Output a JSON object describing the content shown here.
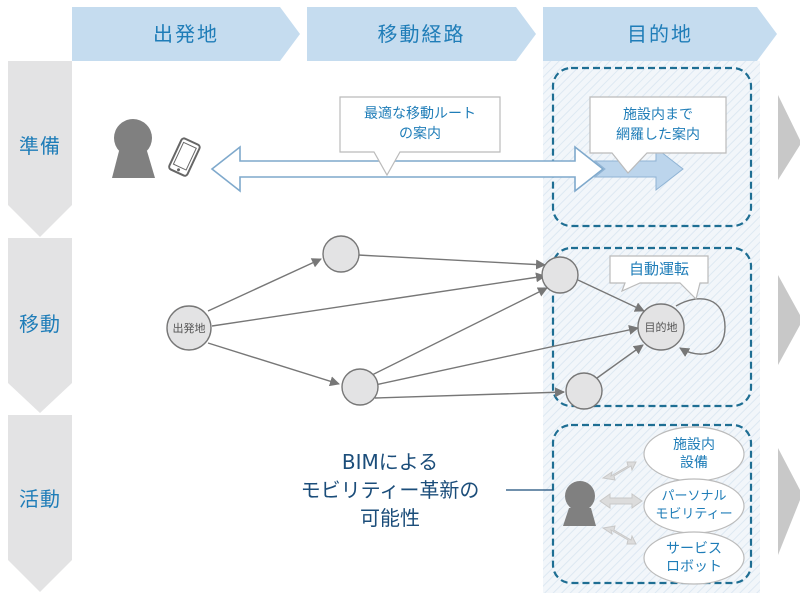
{
  "columns": [
    {
      "label": "出発地"
    },
    {
      "label": "移動経路"
    },
    {
      "label": "目的地"
    }
  ],
  "rows": [
    {
      "label": "準備"
    },
    {
      "label": "移動"
    },
    {
      "label": "活動"
    }
  ],
  "preparation": {
    "route_bubble": [
      "最適な移動ルート",
      "の案内"
    ],
    "facility_bubble": [
      "施設内まで",
      "網羅した案内"
    ]
  },
  "movement": {
    "origin_node": "出発地",
    "destination_node": "目的地",
    "autodrive_bubble": "自動運転"
  },
  "activity": {
    "items": [
      [
        "施設内",
        "設備"
      ],
      [
        "パーソナル",
        "モビリティー"
      ],
      [
        "サービス",
        "ロボット"
      ]
    ]
  },
  "center_caption": [
    "BIMによる",
    "モビリティー革新の",
    "可能性"
  ],
  "colors": {
    "header_fill": "#c5dcef",
    "text_blue": "#1f7db8",
    "caption_blue": "#1b4d7a",
    "dashed_border": "#1e6e93",
    "row_fill": "#e3e3e4",
    "next_arrow": "#c8c8c8"
  }
}
